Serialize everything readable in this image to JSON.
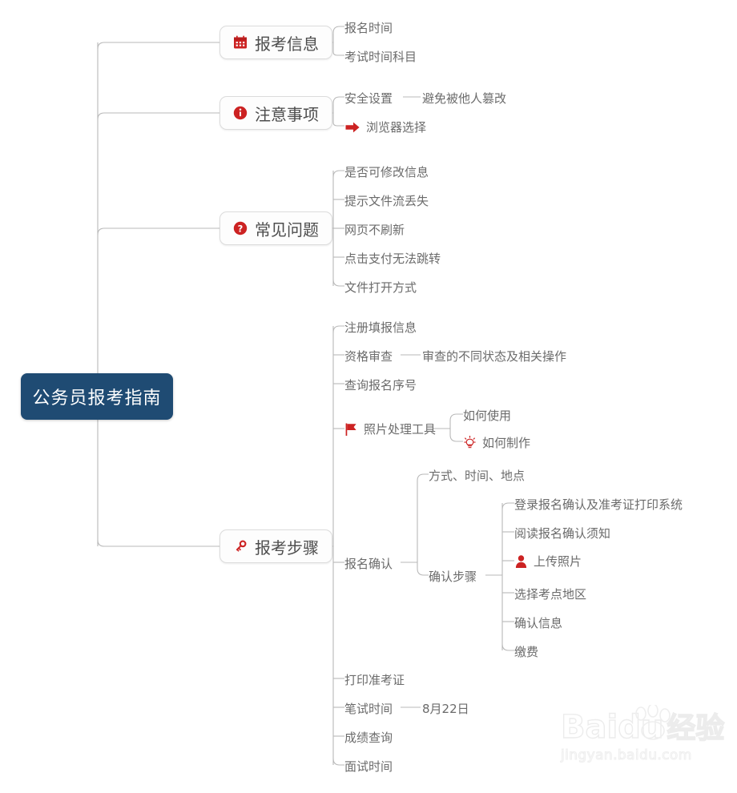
{
  "diagram": {
    "type": "mindmap",
    "title": "公务员报考指南",
    "root": {
      "label": "公务员报考指南",
      "color": "#1f4b73",
      "text_color": "#ffffff"
    },
    "accent_color": "#cc2222",
    "line_color": "#b9b9b9",
    "branches": [
      {
        "label": "报考信息",
        "icon": "calendar-icon",
        "children": [
          {
            "label": "报名时间"
          },
          {
            "label": "考试时间科目"
          }
        ]
      },
      {
        "label": "注意事项",
        "icon": "info-circle-icon",
        "children": [
          {
            "label": "安全设置",
            "children": [
              {
                "label": "避免被他人篡改"
              }
            ]
          },
          {
            "label": "浏览器选择",
            "icon": "arrow-right-icon"
          }
        ]
      },
      {
        "label": "常见问题",
        "icon": "question-circle-icon",
        "children": [
          {
            "label": "是否可修改信息"
          },
          {
            "label": "提示文件流丢失"
          },
          {
            "label": "网页不刷新"
          },
          {
            "label": "点击支付无法跳转"
          },
          {
            "label": "文件打开方式"
          }
        ]
      },
      {
        "label": "报考步骤",
        "icon": "key-icon",
        "children": [
          {
            "label": "注册填报信息"
          },
          {
            "label": "资格审查",
            "children": [
              {
                "label": "审查的不同状态及相关操作"
              }
            ]
          },
          {
            "label": "查询报名序号"
          },
          {
            "label": "照片处理工具",
            "icon": "flag-icon",
            "children": [
              {
                "label": "如何使用"
              },
              {
                "label": "如何制作",
                "icon": "lightbulb-icon"
              }
            ]
          },
          {
            "label": "报名确认",
            "children": [
              {
                "label": "方式、时间、地点"
              },
              {
                "label": "确认步骤",
                "children": [
                  {
                    "label": "登录报名确认及准考证打印系统"
                  },
                  {
                    "label": "阅读报名确认须知"
                  },
                  {
                    "label": "上传照片",
                    "icon": "person-icon"
                  },
                  {
                    "label": "选择考点地区"
                  },
                  {
                    "label": "确认信息"
                  },
                  {
                    "label": "缴费"
                  }
                ]
              }
            ]
          },
          {
            "label": "打印准考证"
          },
          {
            "label": "笔试时间",
            "children": [
              {
                "label": "8月22日"
              }
            ]
          },
          {
            "label": "成绩查询"
          },
          {
            "label": "面试时间"
          }
        ]
      }
    ]
  },
  "watermark": {
    "brand": "Baidu",
    "brand_cn": "经验",
    "url": "jingyan.baidu.com"
  }
}
